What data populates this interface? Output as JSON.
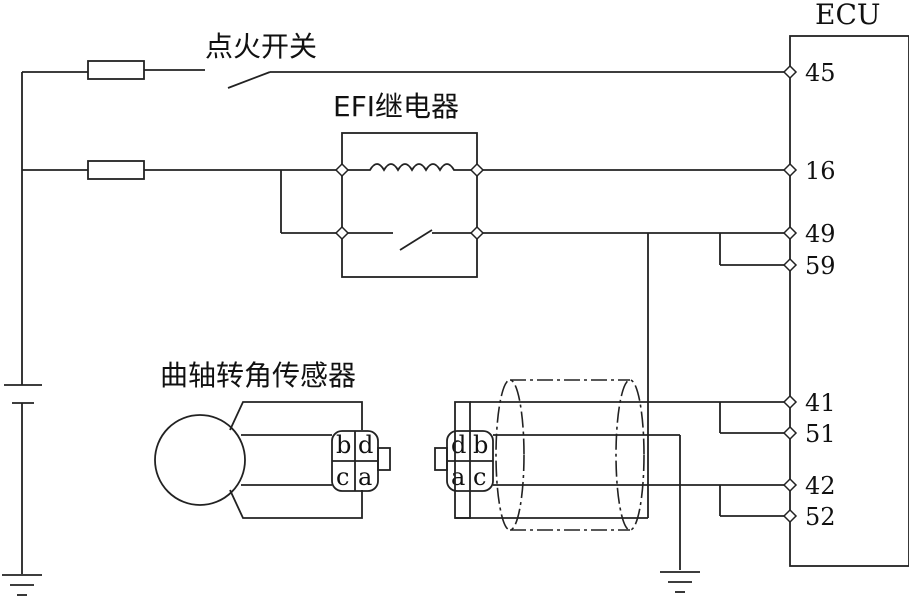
{
  "labels": {
    "ecu": "ECU",
    "ignition_switch": "点火开关",
    "efi_relay": "EFI继电器",
    "crank_sensor": "曲轴转角传感器"
  },
  "ecu_pins": {
    "p45": "45",
    "p16": "16",
    "p49": "49",
    "p59": "59",
    "p41": "41",
    "p51": "51",
    "p42": "42",
    "p52": "52"
  },
  "connector_sensor": {
    "tl": "b",
    "tr": "d",
    "bl": "c",
    "br": "a"
  },
  "connector_harness": {
    "tl": "d",
    "tr": "b",
    "bl": "a",
    "br": "c"
  }
}
